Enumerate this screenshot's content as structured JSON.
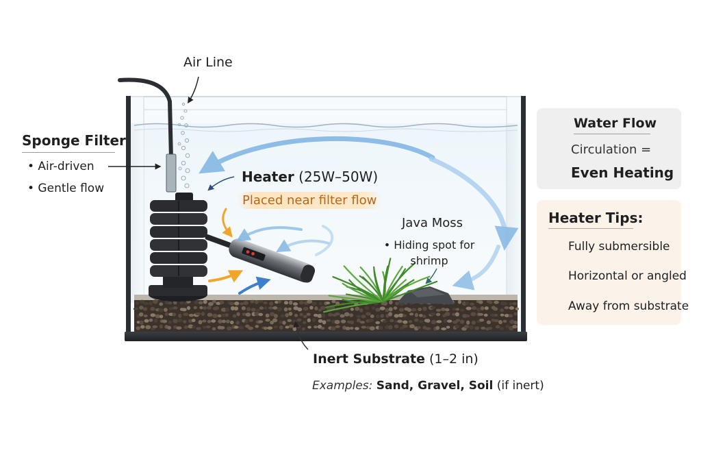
{
  "air_line": {
    "label": "Air Line"
  },
  "sponge_filter": {
    "title": "Sponge Filter",
    "bullets": [
      "• Air-driven",
      "• Gentle flow"
    ]
  },
  "heater": {
    "title": "Heater",
    "wattage": "(25W–50W)",
    "placement": "Placed near filter flow"
  },
  "java_moss": {
    "title": "Java Moss",
    "description": "• Hiding spot for shrimp"
  },
  "substrate": {
    "title": "Inert Substrate",
    "depth": "(1–2 in)",
    "examples_label": "Examples:",
    "examples": "Sand, Gravel, Soil",
    "examples_note": "(if inert)"
  },
  "water_flow_panel": {
    "title": "Water Flow",
    "line1": "Circulation =",
    "line2": "Even Heating"
  },
  "heater_tips_panel": {
    "title": "Heater Tips:",
    "tips": [
      "Fully submersible",
      "Horizontal or angled",
      "Away from substrate"
    ]
  },
  "colors": {
    "flow_arrow": "#7db3e3",
    "flow_icon": "#3a6fa8",
    "check_green": "#5a9e3a",
    "tip_check": "#c0651f",
    "heater_note": "#b3661c",
    "sponge": "#2a2a2a",
    "moss": "#3f8a2a"
  },
  "icons": [
    "arrow-right-icon",
    "check-icon",
    "checkbox-checked-icon",
    "bubbles-icon"
  ]
}
